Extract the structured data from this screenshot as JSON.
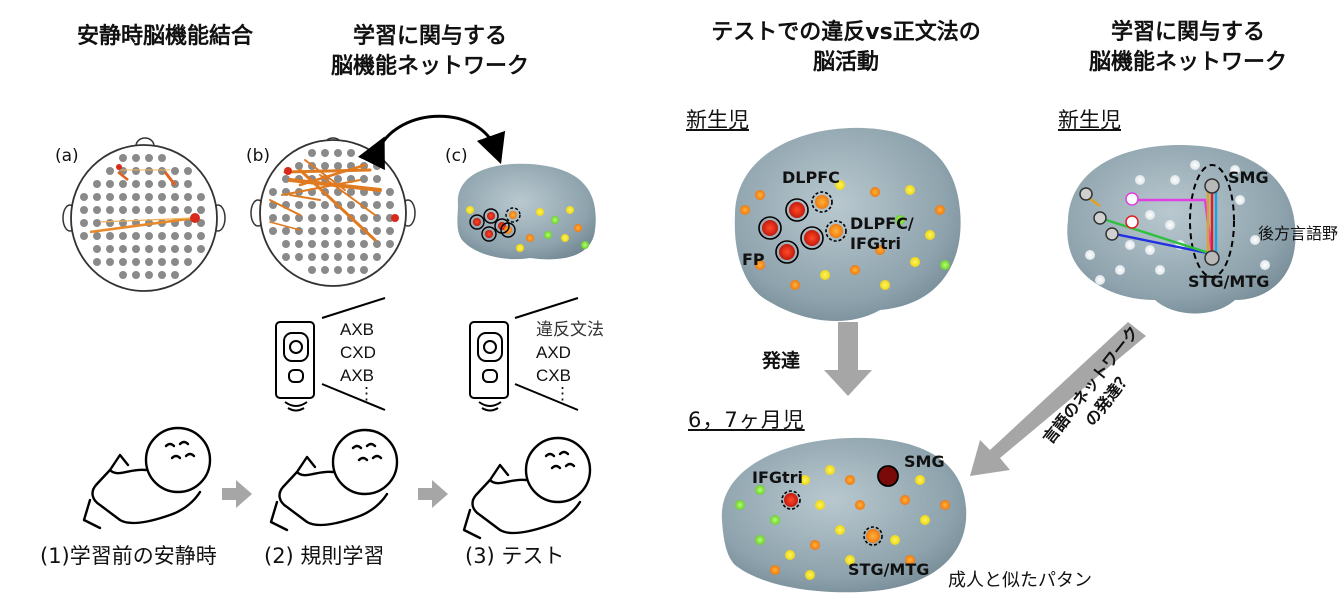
{
  "headers": {
    "resting_connectivity": "安静時脳機能結合",
    "learning_network": [
      "学習に関与する",
      "脳機能ネットワーク"
    ],
    "test_activity": [
      "テストでの違反vs正文法の",
      "脳活動"
    ],
    "learning_network_right": [
      "学習に関与する",
      "脳機能ネットワーク"
    ]
  },
  "panel_labels": {
    "a": "(a)",
    "b": "(b)",
    "c": "(c)"
  },
  "sequences": {
    "learning": [
      "AXB",
      "CXD",
      "AXB",
      "⋮"
    ],
    "test_heading": "違反文法",
    "test": [
      "AXD",
      "CXB",
      "⋮"
    ]
  },
  "stages": {
    "s1": "(1)学習前の安静時",
    "s2": "(2) 規則学習",
    "s3": "(3) テスト"
  },
  "ages": {
    "newborn": "新生児",
    "newborn_right": "新生児",
    "infant": "6，7ヶ月児"
  },
  "regions_top": {
    "dlpfc": "DLPFC",
    "dlpfc_ifg": "DLPFC/",
    "ifgtri": "IFGtri",
    "fp": "FP"
  },
  "regions_network": {
    "smg": "SMG",
    "stg": "STG/MTG",
    "posterior": "後方言語野"
  },
  "regions_bottom": {
    "ifgtri": "IFGtri",
    "smg": "SMG",
    "stg": "STG/MTG"
  },
  "arrows": {
    "development": "発達",
    "network_dev": [
      "言語のネットワーク",
      "の発達？"
    ]
  },
  "notes": {
    "adult_like": "成人と似たパタン"
  },
  "colors": {
    "brain": "#8fa3ad",
    "activation_red": "#d82a1a",
    "activation_orange": "#f08a1a",
    "activation_yellow": "#f4e21a",
    "arrow_gray": "#a6a6a6"
  }
}
